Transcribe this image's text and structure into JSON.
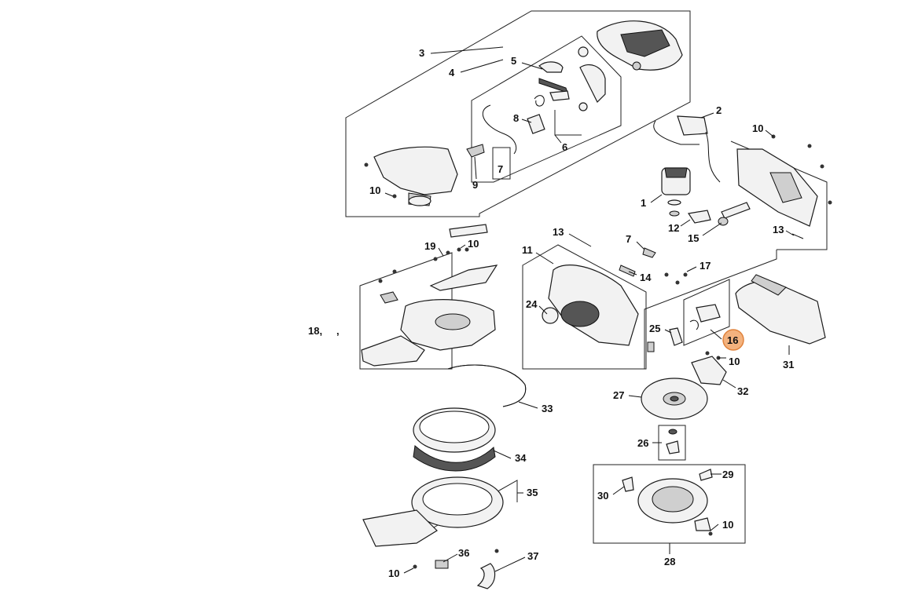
{
  "callouts": {
    "c1": "1",
    "c2": "2",
    "c3": "3",
    "c4": "4",
    "c5": "5",
    "c6": "6",
    "c7a": "7",
    "c7b": "7",
    "c8": "8",
    "c9": "9",
    "c10a": "10",
    "c10b": "10",
    "c10c": "10",
    "c10d": "10",
    "c10e": "10",
    "c10f": "10",
    "c11": "11",
    "c12": "12",
    "c13a": "13",
    "c13b": "13",
    "c14": "14",
    "c15": "15",
    "c16": "16",
    "c17": "17",
    "c18": "18,",
    "c18b": ",",
    "c19": "19",
    "c24": "24",
    "c25": "25",
    "c26": "26",
    "c27": "27",
    "c28": "28",
    "c29": "29",
    "c30": "30",
    "c31": "31",
    "c32": "32",
    "c33": "33",
    "c34": "34",
    "c35": "35",
    "c36": "36",
    "c37": "37"
  },
  "highlight": {
    "part": "16",
    "color": "#f3b27e"
  }
}
